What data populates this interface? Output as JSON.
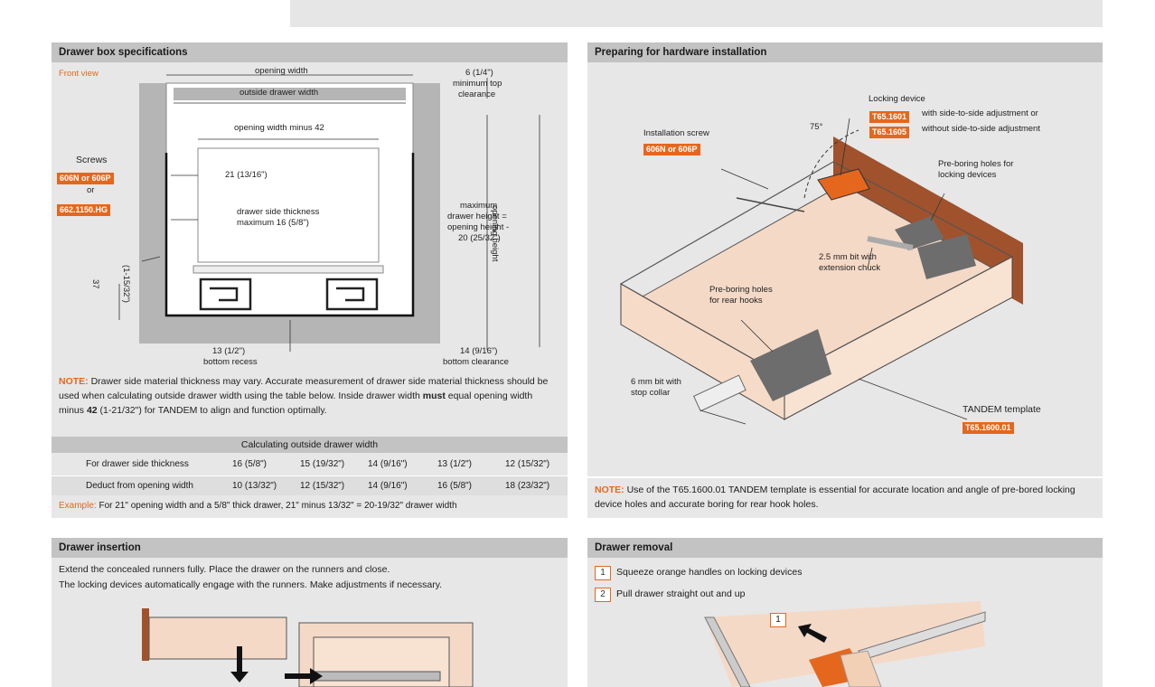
{
  "spec": {
    "title": "Drawer box specifications",
    "front_view": "Front view",
    "opening_width": "opening width",
    "outside_drawer_width": "outside drawer width",
    "opening_minus": "opening width minus 42",
    "dim_21": "21 (13/16\")",
    "side_thickness": "drawer side thickness",
    "side_thickness_max": "maximum 16 (5/8\")",
    "top_clearance_1": "6 (1/4\")",
    "top_clearance_2": "minimum top",
    "top_clearance_3": "clearance",
    "max_height_1": "maximum",
    "max_height_2": "drawer height =",
    "max_height_3": "opening height -",
    "max_height_4": "20 (25/32\")",
    "opening_height": "opening height",
    "screws": "Screws",
    "screw_tag_1": "606N or 606P",
    "screw_or": "or",
    "screw_tag_2": "662.1150.HG",
    "dim_37": "37",
    "dim_37_in": "(1-15/32\")",
    "bottom_recess_1": "13 (1/2\")",
    "bottom_recess_2": "bottom recess",
    "bottom_clear_1": "14 (9/16\")",
    "bottom_clear_2": "bottom clearance",
    "note_label": "NOTE:",
    "note_text_a": " Drawer side material thickness may vary. Accurate measurement of drawer side material thickness should be used when calculating outside drawer width using the table below. Inside drawer width ",
    "note_must": "must",
    "note_text_b": " equal opening width minus ",
    "note_42": "42",
    "note_text_c": " (1-21/32\") for TANDEM to align and function optimally.",
    "calc_title": "Calculating outside drawer width",
    "row1": {
      "label": "For drawer side thickness",
      "cells": [
        "16 (5/8\")",
        "15 (19/32\")",
        "14 (9/16\")",
        "13 (1/2\")",
        "12 (15/32\")"
      ]
    },
    "row2": {
      "label": "Deduct from opening width",
      "cells": [
        "10 (13/32\")",
        "12 (15/32\")",
        "14 (9/16\")",
        "16 (5/8\")",
        "18 (23/32\")"
      ]
    },
    "example_label": "Example:",
    "example_text": " For 21\" opening width and a 5/8\" thick drawer, 21\" minus 13/32\" = 20-19/32\" drawer width"
  },
  "prep": {
    "title": "Preparing for hardware installation",
    "locking_device": "Locking device",
    "tag_adjust": "T65.1601",
    "adjust_text": "with side-to-side adjustment or",
    "tag_noadjust": "T65.1605",
    "noadjust_text": "without side-to-side adjustment",
    "install_screw": "Installation screw",
    "screw_tag": "606N or 606P",
    "angle": "75°",
    "preboring_lock_1": "Pre-boring holes for",
    "preboring_lock_2": "locking devices",
    "bit_25_1": "2.5 mm bit with",
    "bit_25_2": "extension chuck",
    "preboring_rear_1": "Pre-boring holes",
    "preboring_rear_2": "for rear hooks",
    "bit_6_1": "6 mm bit with",
    "bit_6_2": "stop collar",
    "template": "TANDEM template",
    "template_tag": "T65.1600.01",
    "note_label": "NOTE:",
    "note_text": " Use of the T65.1600.01 TANDEM template is essential for accurate location and angle of pre-bored locking device holes and accurate boring for rear hook holes."
  },
  "insertion": {
    "title": "Drawer insertion",
    "line1": "Extend the concealed runners fully. Place the drawer on the runners and close.",
    "line2": "The locking devices automatically engage with the runners. Make adjustments if necessary."
  },
  "removal": {
    "title": "Drawer removal",
    "step1_num": "1",
    "step1": "Squeeze orange handles on locking devices",
    "step2_num": "2",
    "step2": "Pull drawer straight out and up",
    "badge": "1"
  },
  "colors": {
    "orange": "#e5671d",
    "panel": "#e7e7e7",
    "header": "#c3c3c3",
    "wood": "#f4d9c6",
    "wood_dark": "#a0522d"
  }
}
